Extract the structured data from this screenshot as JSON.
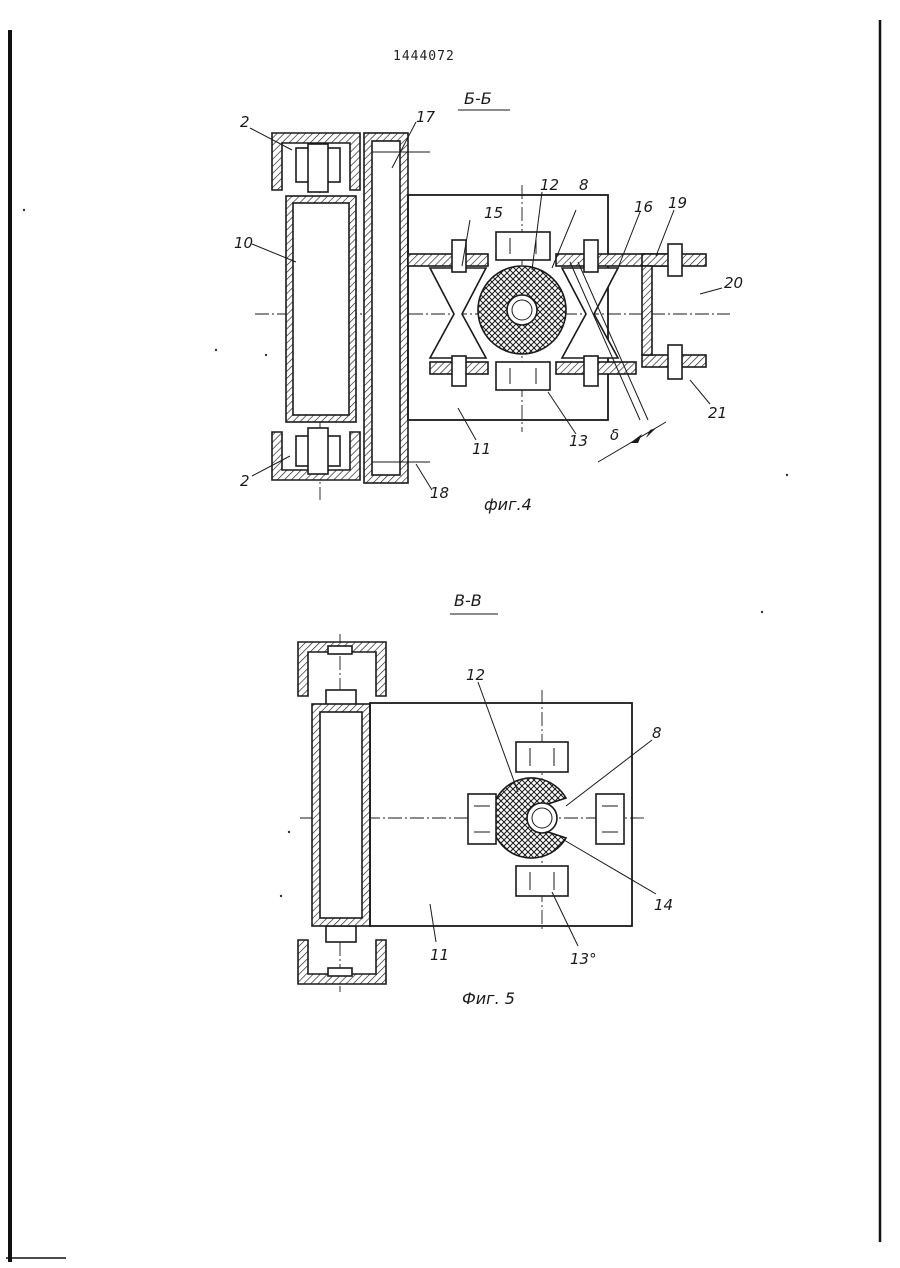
{
  "document": {
    "patent_number": "1444072"
  },
  "figure4": {
    "section_label": "Б-Б",
    "caption": "фиг.4",
    "labels": {
      "l2_top": "2",
      "l2_bottom": "2",
      "l8": "8",
      "l10": "10",
      "l11": "11",
      "l12": "12",
      "l13": "13",
      "l15": "15",
      "l16": "16",
      "l17": "17",
      "l18": "18",
      "l19": "19",
      "l20": "20",
      "l21": "21",
      "delta": "δ"
    }
  },
  "figure5": {
    "section_label": "В-В",
    "caption": "Фиг. 5",
    "labels": {
      "l8": "8",
      "l11": "11",
      "l12": "12",
      "l13": "13°",
      "l14": "14"
    }
  }
}
